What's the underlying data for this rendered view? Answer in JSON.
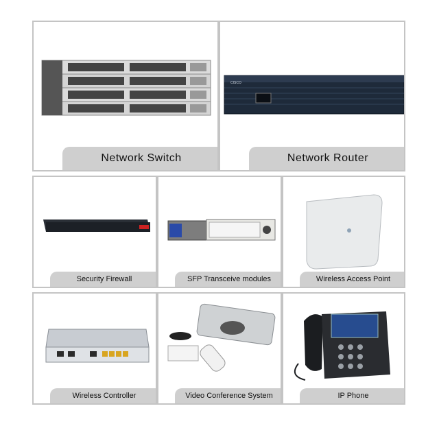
{
  "products": [
    {
      "label": "Network Switch",
      "icon": "network-switch-icon"
    },
    {
      "label": "Network Router",
      "icon": "network-router-icon"
    },
    {
      "label": "Security Firewall",
      "icon": "security-firewall-icon"
    },
    {
      "label": "SFP Transceive modules",
      "icon": "sfp-module-icon"
    },
    {
      "label": "Wireless Access Point",
      "icon": "access-point-icon"
    },
    {
      "label": "Wireless Controller",
      "icon": "wireless-controller-icon"
    },
    {
      "label": "Video Conference System",
      "icon": "video-conference-icon"
    },
    {
      "label": "IP Phone",
      "icon": "ip-phone-icon"
    }
  ],
  "router_brand": "CISCO"
}
